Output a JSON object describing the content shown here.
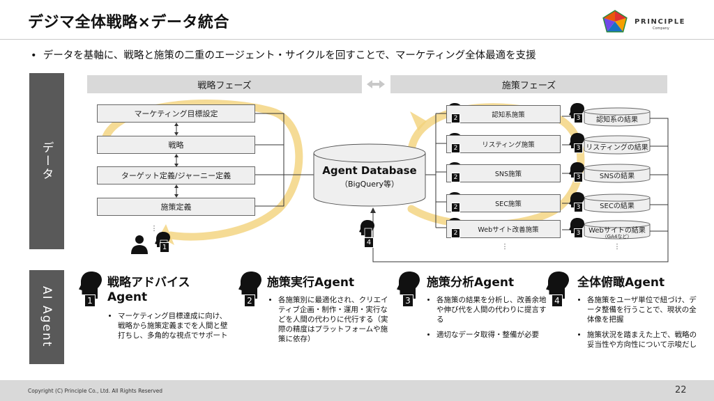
{
  "header": {
    "title": "デジマ全体戦略×データ統合",
    "subtitle": "データを基軸に、戦略と施策の二重のエージェント・サイクルを回すことで、マーケティング全体最適を支援",
    "logo_text": "PRINCIPLE",
    "logo_sub": "Company"
  },
  "side_labels": {
    "data": "データ",
    "agent": "AI Agent"
  },
  "phases": {
    "strategy": "戦略フェーズ",
    "execution": "施策フェーズ"
  },
  "strategy_steps": [
    "マーケティング目標設定",
    "戦略",
    "ターゲット定義/ジャーニー定義",
    "施策定義"
  ],
  "database": {
    "title": "Agent Database",
    "subtitle": "（BigQuery等）"
  },
  "executions": [
    "認知系施策",
    "リスティング施策",
    "SNS施策",
    "SEC施策",
    "Webサイト改善施策"
  ],
  "results": [
    "認知系の結果",
    "リスティングの結果",
    "SNSの結果",
    "SECの結果",
    "Webサイトの結果"
  ],
  "results_note": "（GA4など）",
  "ellipsis": "︙",
  "badges": {
    "one": "1",
    "two": "2",
    "three": "3",
    "four": "4"
  },
  "agents": [
    {
      "num": "1",
      "title": "戦略アドバイス Agent",
      "bullets": [
        "マーケティング目標達成に向け、戦略から施策定義までを人間と壁打ちし、多角的な視点でサポート"
      ]
    },
    {
      "num": "2",
      "title": "施策実行Agent",
      "bullets": [
        "各施策別に最適化され、クリエイティブ企画・制作・運用・実行などを人間の代わりに代行する（実際の精度はプラットフォームや施策に依存）"
      ]
    },
    {
      "num": "3",
      "title": "施策分析Agent",
      "bullets": [
        "各施策の結果を分析し、改善余地や伸び代を人間の代わりに提言する",
        "適切なデータ取得・整備が必要"
      ]
    },
    {
      "num": "4",
      "title": "全体俯瞰Agent",
      "bullets": [
        "各施策をユーザ単位で紐づけ、データ整備を行うことで、現状の全体像を把握",
        "施策状況を踏まえた上で、戦略の妥当性や方向性について示唆だし"
      ]
    }
  ],
  "footer": {
    "copyright": "Copyright (C) Principle Co., Ltd. All Rights Reserved",
    "page": "22"
  },
  "colors": {
    "accent_yellow": "#f3d27a",
    "side_gray": "#595959",
    "phase_gray": "#d9d9d9"
  }
}
